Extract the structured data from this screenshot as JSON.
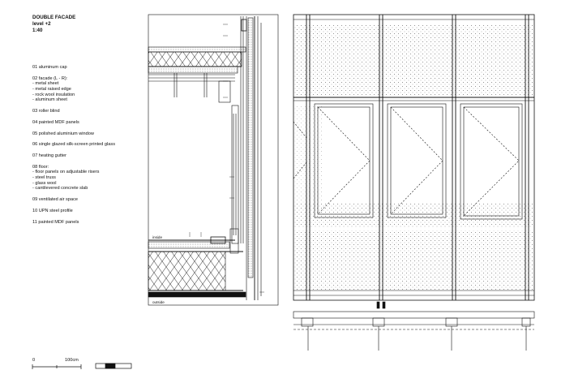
{
  "header": {
    "title": "DOUBLE FACADE",
    "level": "level +2",
    "scale": "1:40"
  },
  "legend": {
    "items": [
      {
        "label": "01 aluminum cap",
        "subs": []
      },
      {
        "label": "02 facade (L - R):",
        "subs": [
          "- metal sheet",
          "- metal raised edge",
          "- rock wool insulation",
          "- aluminum sheet"
        ]
      },
      {
        "label": "03 roller blind",
        "subs": []
      },
      {
        "label": "04 painted MDF panels",
        "subs": []
      },
      {
        "label": "05 polished aluminium window",
        "subs": []
      },
      {
        "label": "06 single glazed silk-screen printed glass",
        "subs": []
      },
      {
        "label": "07 heating gutter",
        "subs": []
      },
      {
        "label": "08 floor:",
        "subs": [
          "- floor panels on adjustable risers",
          "- steel truss",
          "- glass wool",
          "- cantilevered concrete slab"
        ]
      },
      {
        "label": "09 ventilated air space",
        "subs": []
      },
      {
        "label": "10 UPN steel profile",
        "subs": []
      },
      {
        "label": "11 painted MDF panels",
        "subs": []
      }
    ]
  },
  "section": {
    "inside_label": "inside",
    "outside_label": "outside"
  },
  "scalebar": {
    "start": "0",
    "end": "100cm"
  },
  "colors": {
    "ink": "#111111",
    "paper": "#ffffff",
    "hatch": "#9a9a9a"
  }
}
